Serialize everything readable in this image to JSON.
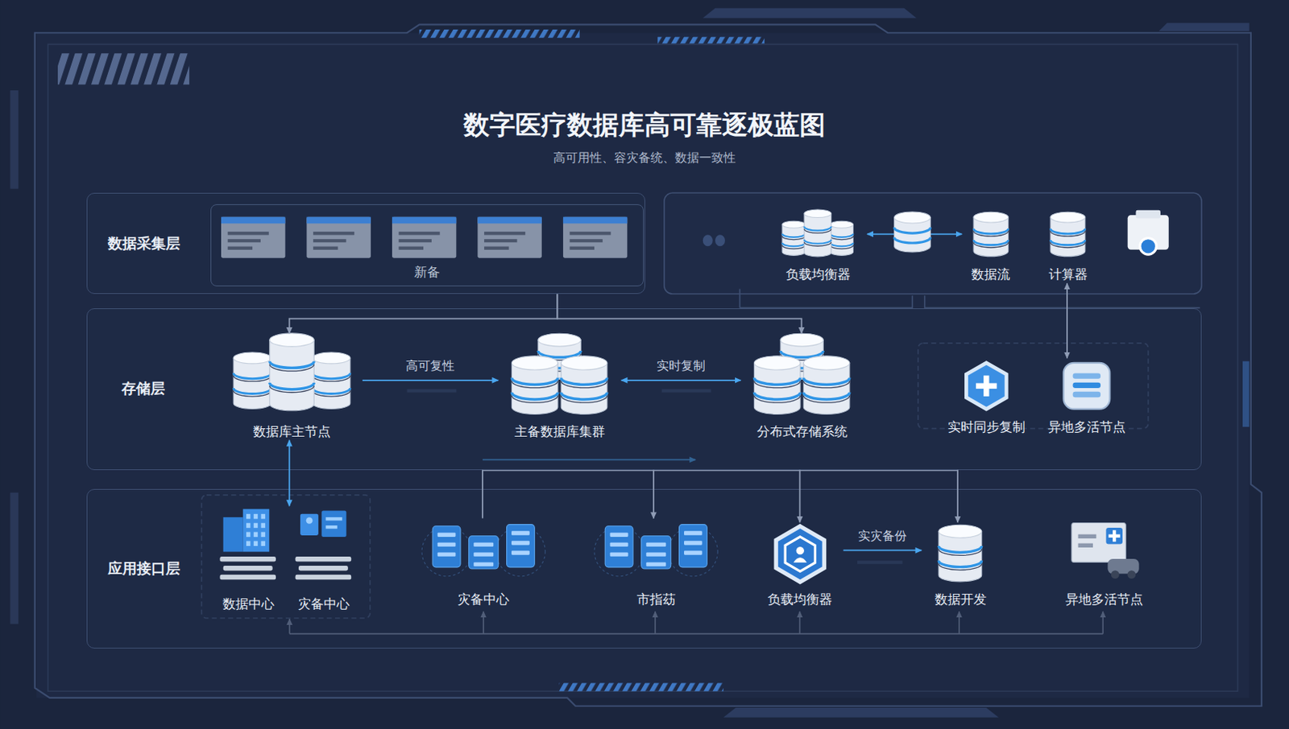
{
  "diagram": {
    "title": "数字医疗数据库高可靠逐极蓝图",
    "caption": "高可用性、容灾备统、数据一致性",
    "nodes": [
      {
        "text": [
          "数据采集层"
        ]
      },
      {
        "text": [
          "新备"
        ],
        "in": 0
      },
      {
        "text": [
          "负载均衡器"
        ]
      },
      {
        "text": [
          "数据流"
        ]
      },
      {
        "text": [
          "计算器"
        ]
      },
      {
        "text": [
          "存储层"
        ]
      },
      {
        "text": [
          "数据库主节点"
        ],
        "in": 5
      },
      {
        "text": [
          "主备数据库集群"
        ],
        "in": 5
      },
      {
        "text": [
          "分布式存储系统"
        ],
        "in": 5
      },
      {
        "text": [
          "实时同步复制"
        ],
        "in": 5
      },
      {
        "text": [
          "异地多活节点"
        ],
        "in": 5
      },
      {
        "text": [
          "应用接口层"
        ]
      },
      {
        "text": [
          "数据中心"
        ],
        "in": 11
      },
      {
        "text": [
          "灾备中心"
        ],
        "in": 11
      },
      {
        "text": [
          "灾备中心"
        ],
        "in": 11
      },
      {
        "text": [
          "市指苭"
        ],
        "in": 11
      },
      {
        "text": [
          "负载均衡器"
        ],
        "in": 11
      },
      {
        "text": [
          "数据开发"
        ],
        "in": 11
      },
      {
        "text": [
          "异地多活节点"
        ],
        "in": 11
      }
    ],
    "edges": [
      {
        "from": 0,
        "to": 6,
        "arrow": "to"
      },
      {
        "from": 0,
        "to": 8,
        "arrow": "to"
      },
      {
        "from": 6,
        "to": 7,
        "label": "高可复性",
        "arrow": "to"
      },
      {
        "from": 7,
        "to": 8,
        "label": "实时复制",
        "arrow": "both"
      },
      {
        "from": 6,
        "to": 13,
        "arrow": "both"
      },
      {
        "from": 4,
        "to": 10,
        "arrow": "both"
      },
      {
        "from": 2,
        "to": 3,
        "arrow": "both"
      },
      {
        "from": 5,
        "to": 14,
        "arrow": "none"
      },
      {
        "from": 5,
        "to": 15,
        "arrow": "to"
      },
      {
        "from": 5,
        "to": 16,
        "arrow": "to"
      },
      {
        "from": 5,
        "to": 17,
        "arrow": "to"
      },
      {
        "from": 16,
        "to": 17,
        "label": "实灾备份",
        "arrow": "to"
      }
    ]
  }
}
